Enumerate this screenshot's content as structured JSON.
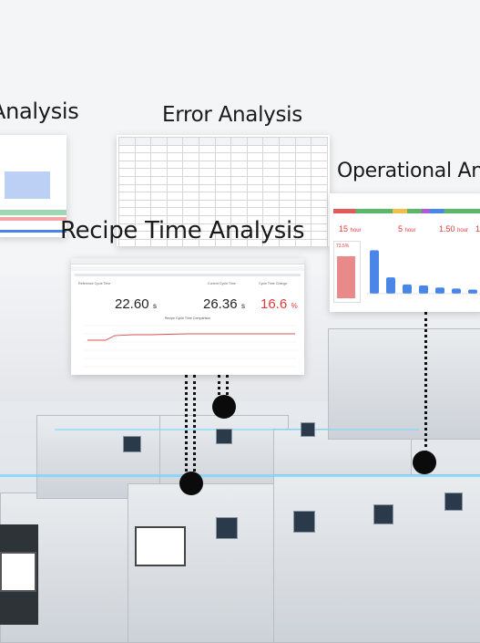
{
  "titles": {
    "left": "Analysis",
    "error": "Error Analysis",
    "operational": "Operational Ana",
    "recipe": "Recipe Time Analysis"
  },
  "recipe_panel": {
    "metrics": [
      {
        "label": "Reference Cycle Time",
        "value": "22.60",
        "unit": "s"
      },
      {
        "label": "Current Cycle Time",
        "value": "26.36",
        "unit": "s"
      },
      {
        "label": "Cycle Time Change",
        "value": "16.6",
        "unit": "%"
      }
    ],
    "chart_title": "Recipe Cycle Time Comparison"
  },
  "operational_panel": {
    "metrics": [
      {
        "value": "15",
        "unit": "hour"
      },
      {
        "value": "5",
        "unit": "hour"
      },
      {
        "value": "1.50",
        "unit": "hour"
      },
      {
        "value": "1",
        "unit": ""
      }
    ],
    "gauge_value": "73.5",
    "gauge_unit": "%"
  },
  "colors": {
    "accent_red": "#e03a3a",
    "bar_blue": "#4a86e8",
    "pin": "#0b0b0b"
  }
}
